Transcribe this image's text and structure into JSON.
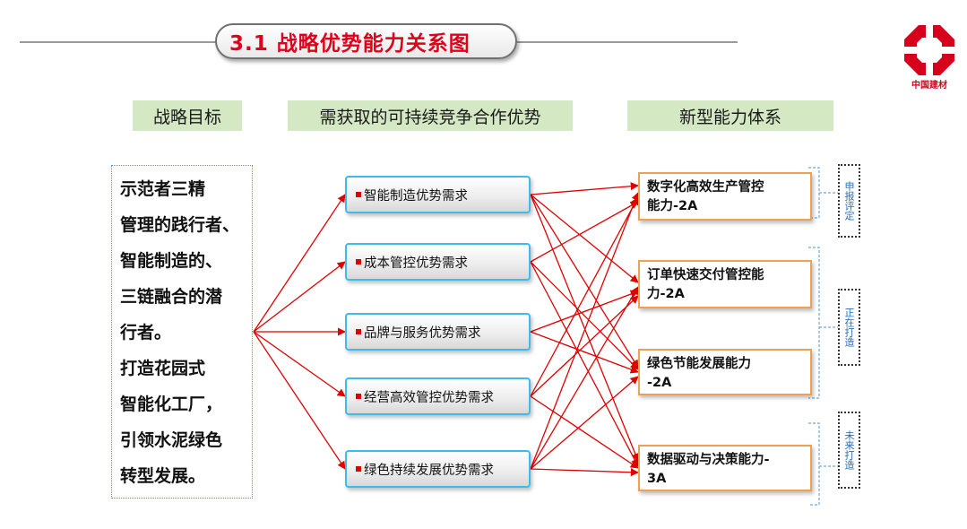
{
  "title": "3.1 战略优势能力关系图",
  "logo": {
    "text": "中国建材",
    "color": "#d6001c"
  },
  "headers": {
    "goal": "战略目标",
    "advantage": "需获取的可持续竞争合作优势",
    "capability": "新型能力体系"
  },
  "goal_text": "    示范者三精\n管理的践行者、\n智能制造的、\n三链融合的潜\n行者。\n    打造花园式\n智能化工厂，\n引领水泥绿色\n转型发展。",
  "advantages": [
    "智能制造优势需求",
    "成本管控优势需求",
    "品牌与服务优势需求",
    "经营高效管控优势需求",
    "绿色持续发展优势需求"
  ],
  "capabilities": [
    "数字化高效生产管控\n能力-2A",
    "订单快速交付管控能\n力-2A",
    "绿色节能发展能力\n-2A",
    "数据驱动与决策能力-\n3A"
  ],
  "statuses": [
    "申报评定",
    "正在打造",
    "未来打造"
  ],
  "colors": {
    "accent": "#e00000",
    "title": "#e0001b",
    "header_bg": "#d4e8c4",
    "adv_border": "#3bbcec",
    "cap_border": "#f0a050",
    "status_text": "#2a6db5"
  }
}
